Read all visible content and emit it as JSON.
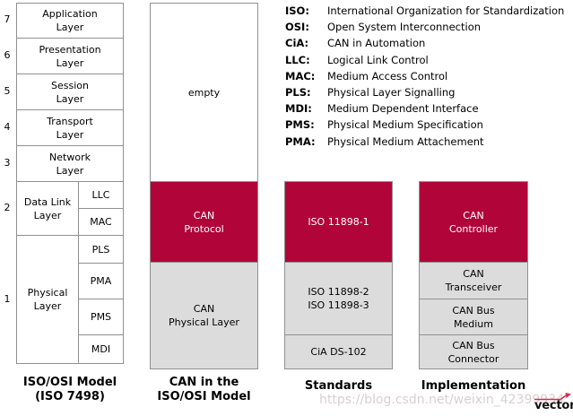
{
  "colors": {
    "red": "#B1053A",
    "box_gray": "#DCDCDC",
    "border": "#909090",
    "watermark": "#D8D0D0",
    "logo_red": "#D92B51"
  },
  "osi": {
    "numbers": [
      "7",
      "6",
      "5",
      "4",
      "3",
      "2",
      "1"
    ],
    "layers": [
      "Application\nLayer",
      "Presentation\nLayer",
      "Session\nLayer",
      "Transport\nLayer",
      "Network\nLayer"
    ],
    "datalink_label": "Data Link\nLayer",
    "datalink_subs": [
      "LLC",
      "MAC"
    ],
    "physical_label": "Physical\nLayer",
    "physical_subs": [
      "PLS",
      "PMA",
      "PMS",
      "MDI"
    ],
    "caption": "ISO/OSI Model\n(ISO 7498)"
  },
  "can": {
    "empty": "empty",
    "protocol": "CAN\nProtocol",
    "physical": "CAN\nPhysical Layer",
    "caption": "CAN in the\nISO/OSI Model"
  },
  "standards": {
    "iso1": "ISO 11898-1",
    "iso23": "ISO 11898-2\nISO 11898-3",
    "cia": "CiA DS-102",
    "caption": "Standards"
  },
  "implementation": {
    "controller": "CAN\nController",
    "transceiver": "CAN\nTransceiver",
    "medium": "CAN Bus\nMedium",
    "connector": "CAN Bus\nConnector",
    "caption": "Implementation"
  },
  "legend": [
    {
      "abbr": "ISO:",
      "def": "International Organization for Standardization"
    },
    {
      "abbr": "OSI:",
      "def": "Open System Interconnection"
    },
    {
      "abbr": "CiA:",
      "def": "CAN in Automation"
    },
    {
      "abbr": "LLC:",
      "def": "Logical Link Control"
    },
    {
      "abbr": "MAC:",
      "def": "Medium Access Control"
    },
    {
      "abbr": "PLS:",
      "def": "Physical Layer Signalling"
    },
    {
      "abbr": "MDI:",
      "def": "Medium Dependent Interface"
    },
    {
      "abbr": "PMS:",
      "def": "Physical Medium Specification"
    },
    {
      "abbr": "PMA:",
      "def": "Physical Medium Attachement"
    }
  ],
  "watermark": "https://blog.csdn.net/weixin_42399934",
  "logo": {
    "text": "vector"
  }
}
